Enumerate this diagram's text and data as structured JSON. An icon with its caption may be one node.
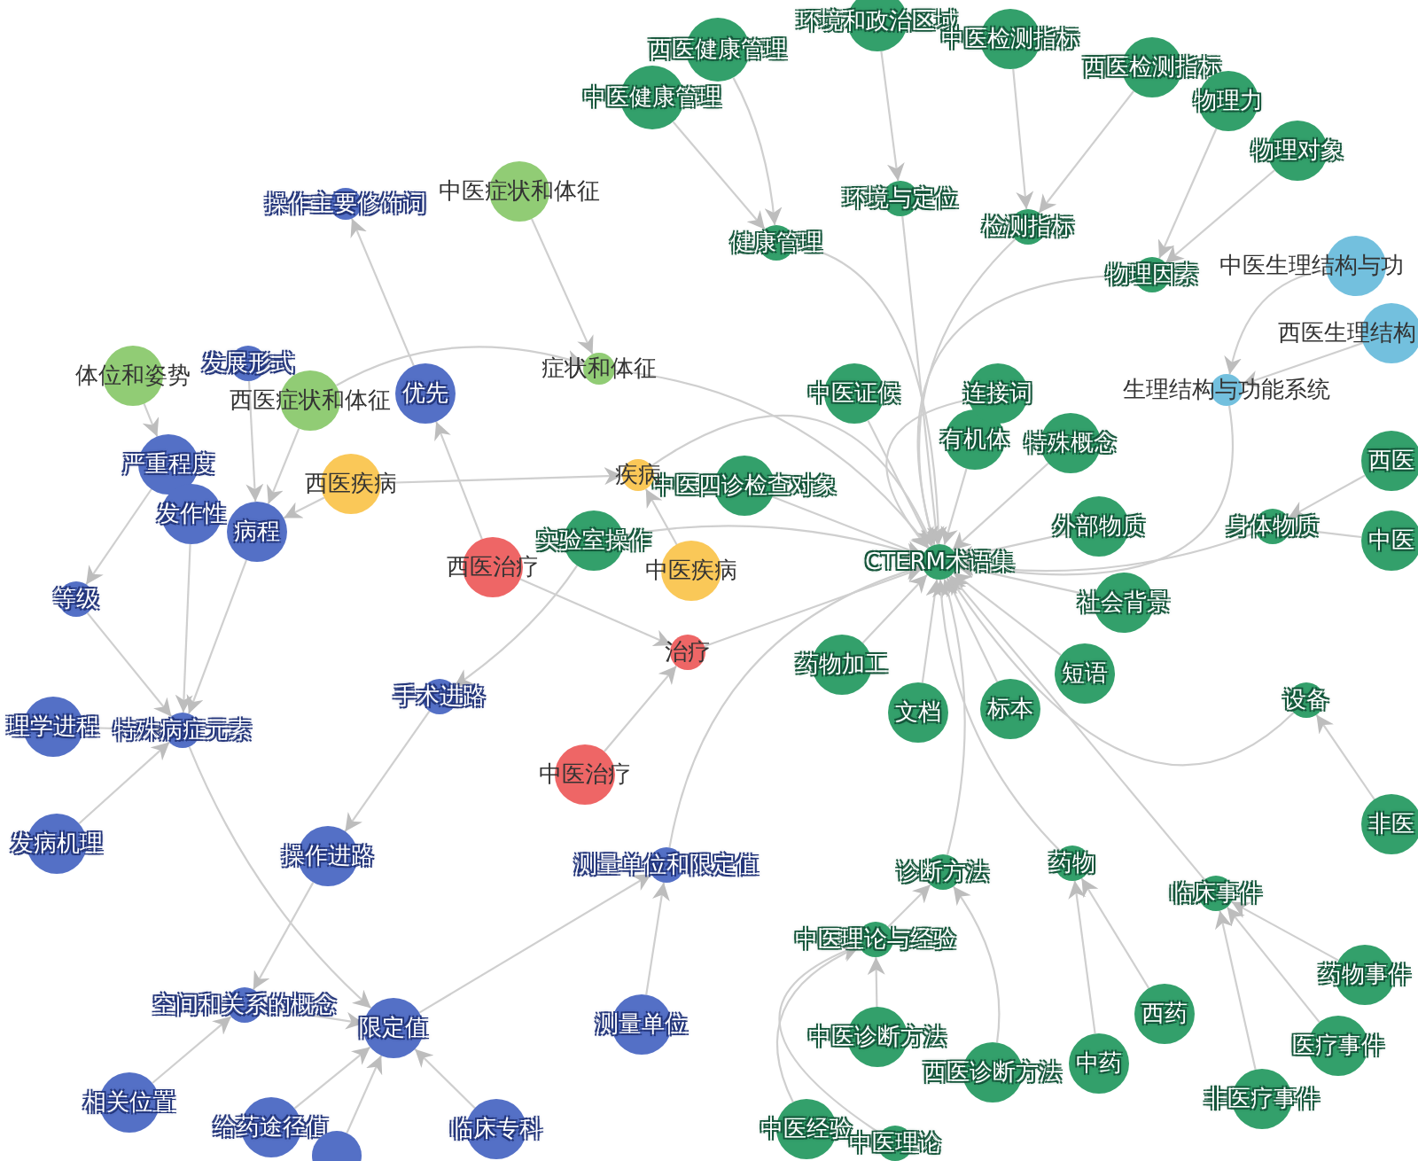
{
  "diagram": {
    "nodes": [
      {
        "text": [
          "环境和政治区域"
        ]
      },
      {
        "text": [
          "西医健康管理"
        ]
      },
      {
        "text": [
          "中医健康管理"
        ]
      },
      {
        "text": [
          "中医检测指标"
        ]
      },
      {
        "text": [
          "西医检测指标"
        ]
      },
      {
        "text": [
          "物理力"
        ]
      },
      {
        "text": [
          "物理对象"
        ]
      },
      {
        "text": [
          "环境与定位"
        ]
      },
      {
        "text": [
          "健康管理"
        ]
      },
      {
        "text": [
          "检测指标"
        ]
      },
      {
        "text": [
          "物理因素"
        ]
      },
      {
        "text": [
          "中医生理结构与功"
        ]
      },
      {
        "text": [
          "西医生理结构"
        ]
      },
      {
        "text": [
          "生理结构与功能系统"
        ]
      },
      {
        "text": [
          "中医证候"
        ]
      },
      {
        "text": [
          "有机体"
        ]
      },
      {
        "text": [
          "连接词"
        ]
      },
      {
        "text": [
          "特殊概念"
        ]
      },
      {
        "text": [
          "中医四诊检查对象"
        ]
      },
      {
        "text": [
          "外部物质"
        ]
      },
      {
        "text": [
          "身体物质"
        ]
      },
      {
        "text": [
          "西医"
        ]
      },
      {
        "text": [
          "中医"
        ]
      },
      {
        "text": [
          "CTERM术语集"
        ]
      },
      {
        "text": [
          "社会背景"
        ]
      },
      {
        "text": [
          "药物加工"
        ]
      },
      {
        "text": [
          "短语"
        ]
      },
      {
        "text": [
          "文档"
        ]
      },
      {
        "text": [
          "标本"
        ]
      },
      {
        "text": [
          "设备"
        ]
      },
      {
        "text": [
          "非医"
        ]
      },
      {
        "text": [
          "诊断方法"
        ]
      },
      {
        "text": [
          "药物"
        ]
      },
      {
        "text": [
          "临床事件"
        ]
      },
      {
        "text": [
          "中医理论与经验"
        ]
      },
      {
        "text": [
          "药物事件"
        ]
      },
      {
        "text": [
          "西药"
        ]
      },
      {
        "text": [
          "医疗事件"
        ]
      },
      {
        "text": [
          "中医诊断方法"
        ]
      },
      {
        "text": [
          "西医诊断方法"
        ]
      },
      {
        "text": [
          "中药"
        ]
      },
      {
        "text": [
          "非医疗事件"
        ]
      },
      {
        "text": [
          "中医经验"
        ]
      },
      {
        "text": [
          "中医理论"
        ]
      },
      {
        "text": [
          "中医症状和体征"
        ]
      },
      {
        "text": [
          "操作主要修饰词"
        ]
      },
      {
        "text": [
          "优先"
        ]
      },
      {
        "text": [
          "症状和体征"
        ]
      },
      {
        "text": [
          "体位和姿势"
        ]
      },
      {
        "text": [
          "发展形式"
        ]
      },
      {
        "text": [
          "西医症状和体征"
        ]
      },
      {
        "text": [
          "严重程度"
        ]
      },
      {
        "text": [
          "发作性"
        ]
      },
      {
        "text": [
          "病程"
        ]
      },
      {
        "text": [
          "西医疾病"
        ]
      },
      {
        "text": [
          "疾病"
        ]
      },
      {
        "text": [
          "西医治疗"
        ]
      },
      {
        "text": [
          "实验室操作"
        ]
      },
      {
        "text": [
          "中医疾病"
        ]
      },
      {
        "text": [
          "治疗"
        ]
      },
      {
        "text": [
          "等级"
        ]
      },
      {
        "text": [
          "手术进路"
        ]
      },
      {
        "text": [
          "理学进程"
        ]
      },
      {
        "text": [
          "特殊病症元素"
        ]
      },
      {
        "text": [
          "中医治疗"
        ]
      },
      {
        "text": [
          "发病机理"
        ]
      },
      {
        "text": [
          "操作进路"
        ]
      },
      {
        "text": [
          "测量单位和限定值"
        ]
      },
      {
        "text": [
          "空间和关系的概念"
        ]
      },
      {
        "text": [
          "限定值"
        ]
      },
      {
        "text": [
          "测量单位"
        ]
      },
      {
        "text": [
          "相关位置"
        ]
      },
      {
        "text": [
          "给药途径值"
        ]
      },
      {
        "text": [
          "临床专科"
        ]
      },
      {
        "text": [],
        "shape": "circle"
      }
    ],
    "edges": [
      {
        "from": 1,
        "to": 8,
        "arrow": "to"
      },
      {
        "from": 2,
        "to": 8,
        "arrow": "to"
      },
      {
        "from": 8,
        "to": 23,
        "arrow": "to"
      },
      {
        "from": 0,
        "to": 7,
        "arrow": "to"
      },
      {
        "from": 7,
        "to": 23,
        "arrow": "to"
      },
      {
        "from": 3,
        "to": 9,
        "arrow": "to"
      },
      {
        "from": 4,
        "to": 9,
        "arrow": "to"
      },
      {
        "from": 9,
        "to": 23,
        "arrow": "to"
      },
      {
        "from": 5,
        "to": 10,
        "arrow": "to"
      },
      {
        "from": 6,
        "to": 10,
        "arrow": "to"
      },
      {
        "from": 10,
        "to": 23,
        "arrow": "to"
      },
      {
        "from": 11,
        "to": 13,
        "arrow": "to"
      },
      {
        "from": 12,
        "to": 13,
        "arrow": "to"
      },
      {
        "from": 13,
        "to": 23,
        "arrow": "to"
      },
      {
        "from": 14,
        "to": 23,
        "arrow": "to"
      },
      {
        "from": 15,
        "to": 23,
        "arrow": "to"
      },
      {
        "from": 16,
        "to": 23,
        "arrow": "to"
      },
      {
        "from": 17,
        "to": 23,
        "arrow": "to"
      },
      {
        "from": 18,
        "to": 23,
        "arrow": "to"
      },
      {
        "from": 19,
        "to": 23,
        "arrow": "to"
      },
      {
        "from": 21,
        "to": 20,
        "arrow": "to"
      },
      {
        "from": 22,
        "to": 20,
        "arrow": "to"
      },
      {
        "from": 20,
        "to": 23,
        "arrow": "to"
      },
      {
        "from": 24,
        "to": 23,
        "arrow": "to"
      },
      {
        "from": 25,
        "to": 23,
        "arrow": "to"
      },
      {
        "from": 26,
        "to": 23,
        "arrow": "to"
      },
      {
        "from": 27,
        "to": 23,
        "arrow": "to"
      },
      {
        "from": 28,
        "to": 23,
        "arrow": "to"
      },
      {
        "from": 29,
        "to": 23,
        "arrow": "to"
      },
      {
        "from": 30,
        "to": 29,
        "arrow": "to"
      },
      {
        "from": 31,
        "to": 23,
        "arrow": "to"
      },
      {
        "from": 32,
        "to": 23,
        "arrow": "to"
      },
      {
        "from": 33,
        "to": 23,
        "arrow": "to"
      },
      {
        "from": 34,
        "to": 31,
        "arrow": "to"
      },
      {
        "from": 39,
        "to": 31,
        "arrow": "to"
      },
      {
        "from": 38,
        "to": 34,
        "arrow": "to"
      },
      {
        "from": 42,
        "to": 34,
        "arrow": "to"
      },
      {
        "from": 43,
        "to": 34,
        "arrow": "to"
      },
      {
        "from": 36,
        "to": 32,
        "arrow": "to"
      },
      {
        "from": 40,
        "to": 32,
        "arrow": "to"
      },
      {
        "from": 35,
        "to": 33,
        "arrow": "to"
      },
      {
        "from": 37,
        "to": 33,
        "arrow": "to"
      },
      {
        "from": 41,
        "to": 33,
        "arrow": "to"
      },
      {
        "from": 46,
        "to": 45,
        "arrow": "to"
      },
      {
        "from": 44,
        "to": 47,
        "arrow": "to"
      },
      {
        "from": 50,
        "to": 47,
        "arrow": "to"
      },
      {
        "from": 47,
        "to": 23,
        "arrow": "to"
      },
      {
        "from": 54,
        "to": 55,
        "arrow": "to"
      },
      {
        "from": 58,
        "to": 55,
        "arrow": "to"
      },
      {
        "from": 55,
        "to": 23,
        "arrow": "to"
      },
      {
        "from": 56,
        "to": 59,
        "arrow": "to"
      },
      {
        "from": 64,
        "to": 59,
        "arrow": "to"
      },
      {
        "from": 59,
        "to": 23,
        "arrow": "to"
      },
      {
        "from": 57,
        "to": 23,
        "arrow": "to"
      },
      {
        "from": 56,
        "to": 46,
        "arrow": "to"
      },
      {
        "from": 57,
        "to": 61,
        "arrow": "to"
      },
      {
        "from": 61,
        "to": 66,
        "arrow": "to"
      },
      {
        "from": 66,
        "to": 68,
        "arrow": "to"
      },
      {
        "from": 63,
        "to": 69,
        "arrow": "to"
      },
      {
        "from": 48,
        "to": 51,
        "arrow": "to"
      },
      {
        "from": 49,
        "to": 53,
        "arrow": "to"
      },
      {
        "from": 50,
        "to": 53,
        "arrow": "to"
      },
      {
        "from": 54,
        "to": 53,
        "arrow": "to"
      },
      {
        "from": 51,
        "to": 60,
        "arrow": "to"
      },
      {
        "from": 60,
        "to": 63,
        "arrow": "to"
      },
      {
        "from": 52,
        "to": 63,
        "arrow": "to"
      },
      {
        "from": 53,
        "to": 63,
        "arrow": "to"
      },
      {
        "from": 62,
        "to": 63,
        "arrow": "to"
      },
      {
        "from": 65,
        "to": 63,
        "arrow": "to"
      },
      {
        "from": 67,
        "to": 23,
        "arrow": "to"
      },
      {
        "from": 70,
        "to": 67,
        "arrow": "to"
      },
      {
        "from": 69,
        "to": 67,
        "arrow": "to"
      },
      {
        "from": 71,
        "to": 68,
        "arrow": "to"
      },
      {
        "from": 68,
        "to": 69,
        "arrow": "to"
      },
      {
        "from": 72,
        "to": 69,
        "arrow": "to"
      },
      {
        "from": 73,
        "to": 69,
        "arrow": "to"
      },
      {
        "from": 74,
        "to": 69,
        "arrow": "to"
      }
    ]
  }
}
